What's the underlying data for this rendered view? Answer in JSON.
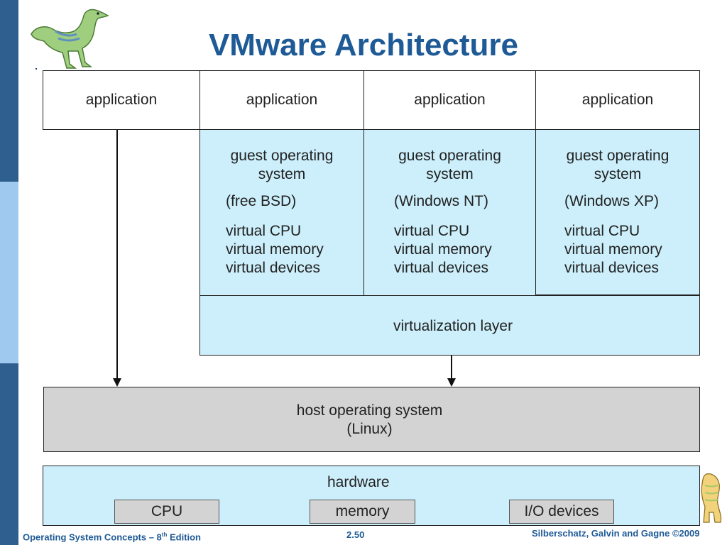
{
  "slide": {
    "title": "VMware Architecture"
  },
  "diagram": {
    "applications": [
      "application",
      "application",
      "application",
      "application"
    ],
    "guests": [
      {
        "os_label": [
          "guest operating",
          "system"
        ],
        "os_name": "(free BSD)",
        "virtual": [
          "virtual CPU",
          "virtual memory",
          "virtual devices"
        ]
      },
      {
        "os_label": [
          "guest operating",
          "system"
        ],
        "os_name": "(Windows NT)",
        "virtual": [
          "virtual CPU",
          "virtual memory",
          "virtual devices"
        ]
      },
      {
        "os_label": [
          "guest operating",
          "system"
        ],
        "os_name": "(Windows XP)",
        "virtual": [
          "virtual CPU",
          "virtual memory",
          "virtual devices"
        ]
      }
    ],
    "virtualization_layer": "virtualization layer",
    "host_os": [
      "host operating system",
      "(Linux)"
    ],
    "hardware": {
      "label": "hardware",
      "components": [
        "CPU",
        "memory",
        "I/O devices"
      ]
    }
  },
  "footer": {
    "left_prefix": "Operating System Concepts – 8",
    "left_sup": "th",
    "left_suffix": " Edition",
    "page": "2.50",
    "right": "Silberschatz, Galvin and Gagne ©2009"
  },
  "colors": {
    "sidebar_dark": "#2f5f8f",
    "sidebar_light": "#9fc9ef",
    "title": "#1e5a96",
    "guest_fill": "#cceffb",
    "host_fill": "#d3d3d3"
  },
  "icons": [
    "dinosaur-logo-icon",
    "dinosaur-footer-icon"
  ]
}
